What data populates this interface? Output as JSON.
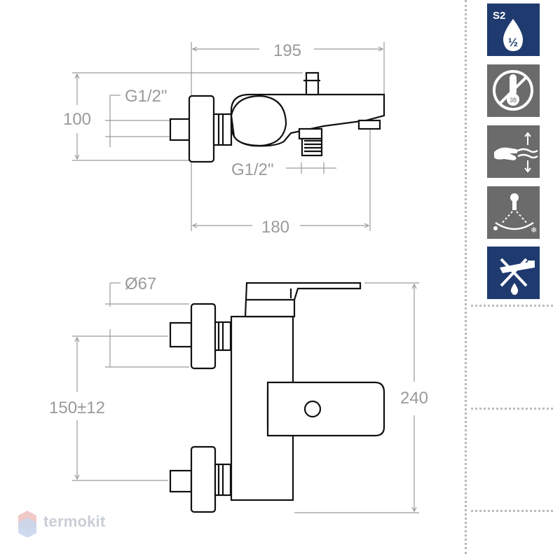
{
  "side_view": {
    "dim_width_top": "195",
    "dim_width_bottom": "180",
    "dim_height": "100",
    "thread_inlet": "G1/2\"",
    "thread_outlet": "G1/2\""
  },
  "front_view": {
    "dim_diameter": "Ø67",
    "dim_centers": "150±12",
    "dim_height": "240"
  },
  "features": [
    {
      "name": "s2-half-inch-outlet-icon",
      "badge": "S2",
      "fraction": "½",
      "color": "#1f3a6e"
    },
    {
      "name": "thermostat-disabled-icon",
      "value": "38",
      "color": "#6b6b6b"
    },
    {
      "name": "hand-water-flow-icon",
      "color": "#6b6b6b"
    },
    {
      "name": "spray-hot-cold-icon",
      "color": "#6b6b6b"
    },
    {
      "name": "no-drink-water-icon",
      "color": "#1f3a6e"
    }
  ],
  "brand": {
    "name": "termokit"
  }
}
